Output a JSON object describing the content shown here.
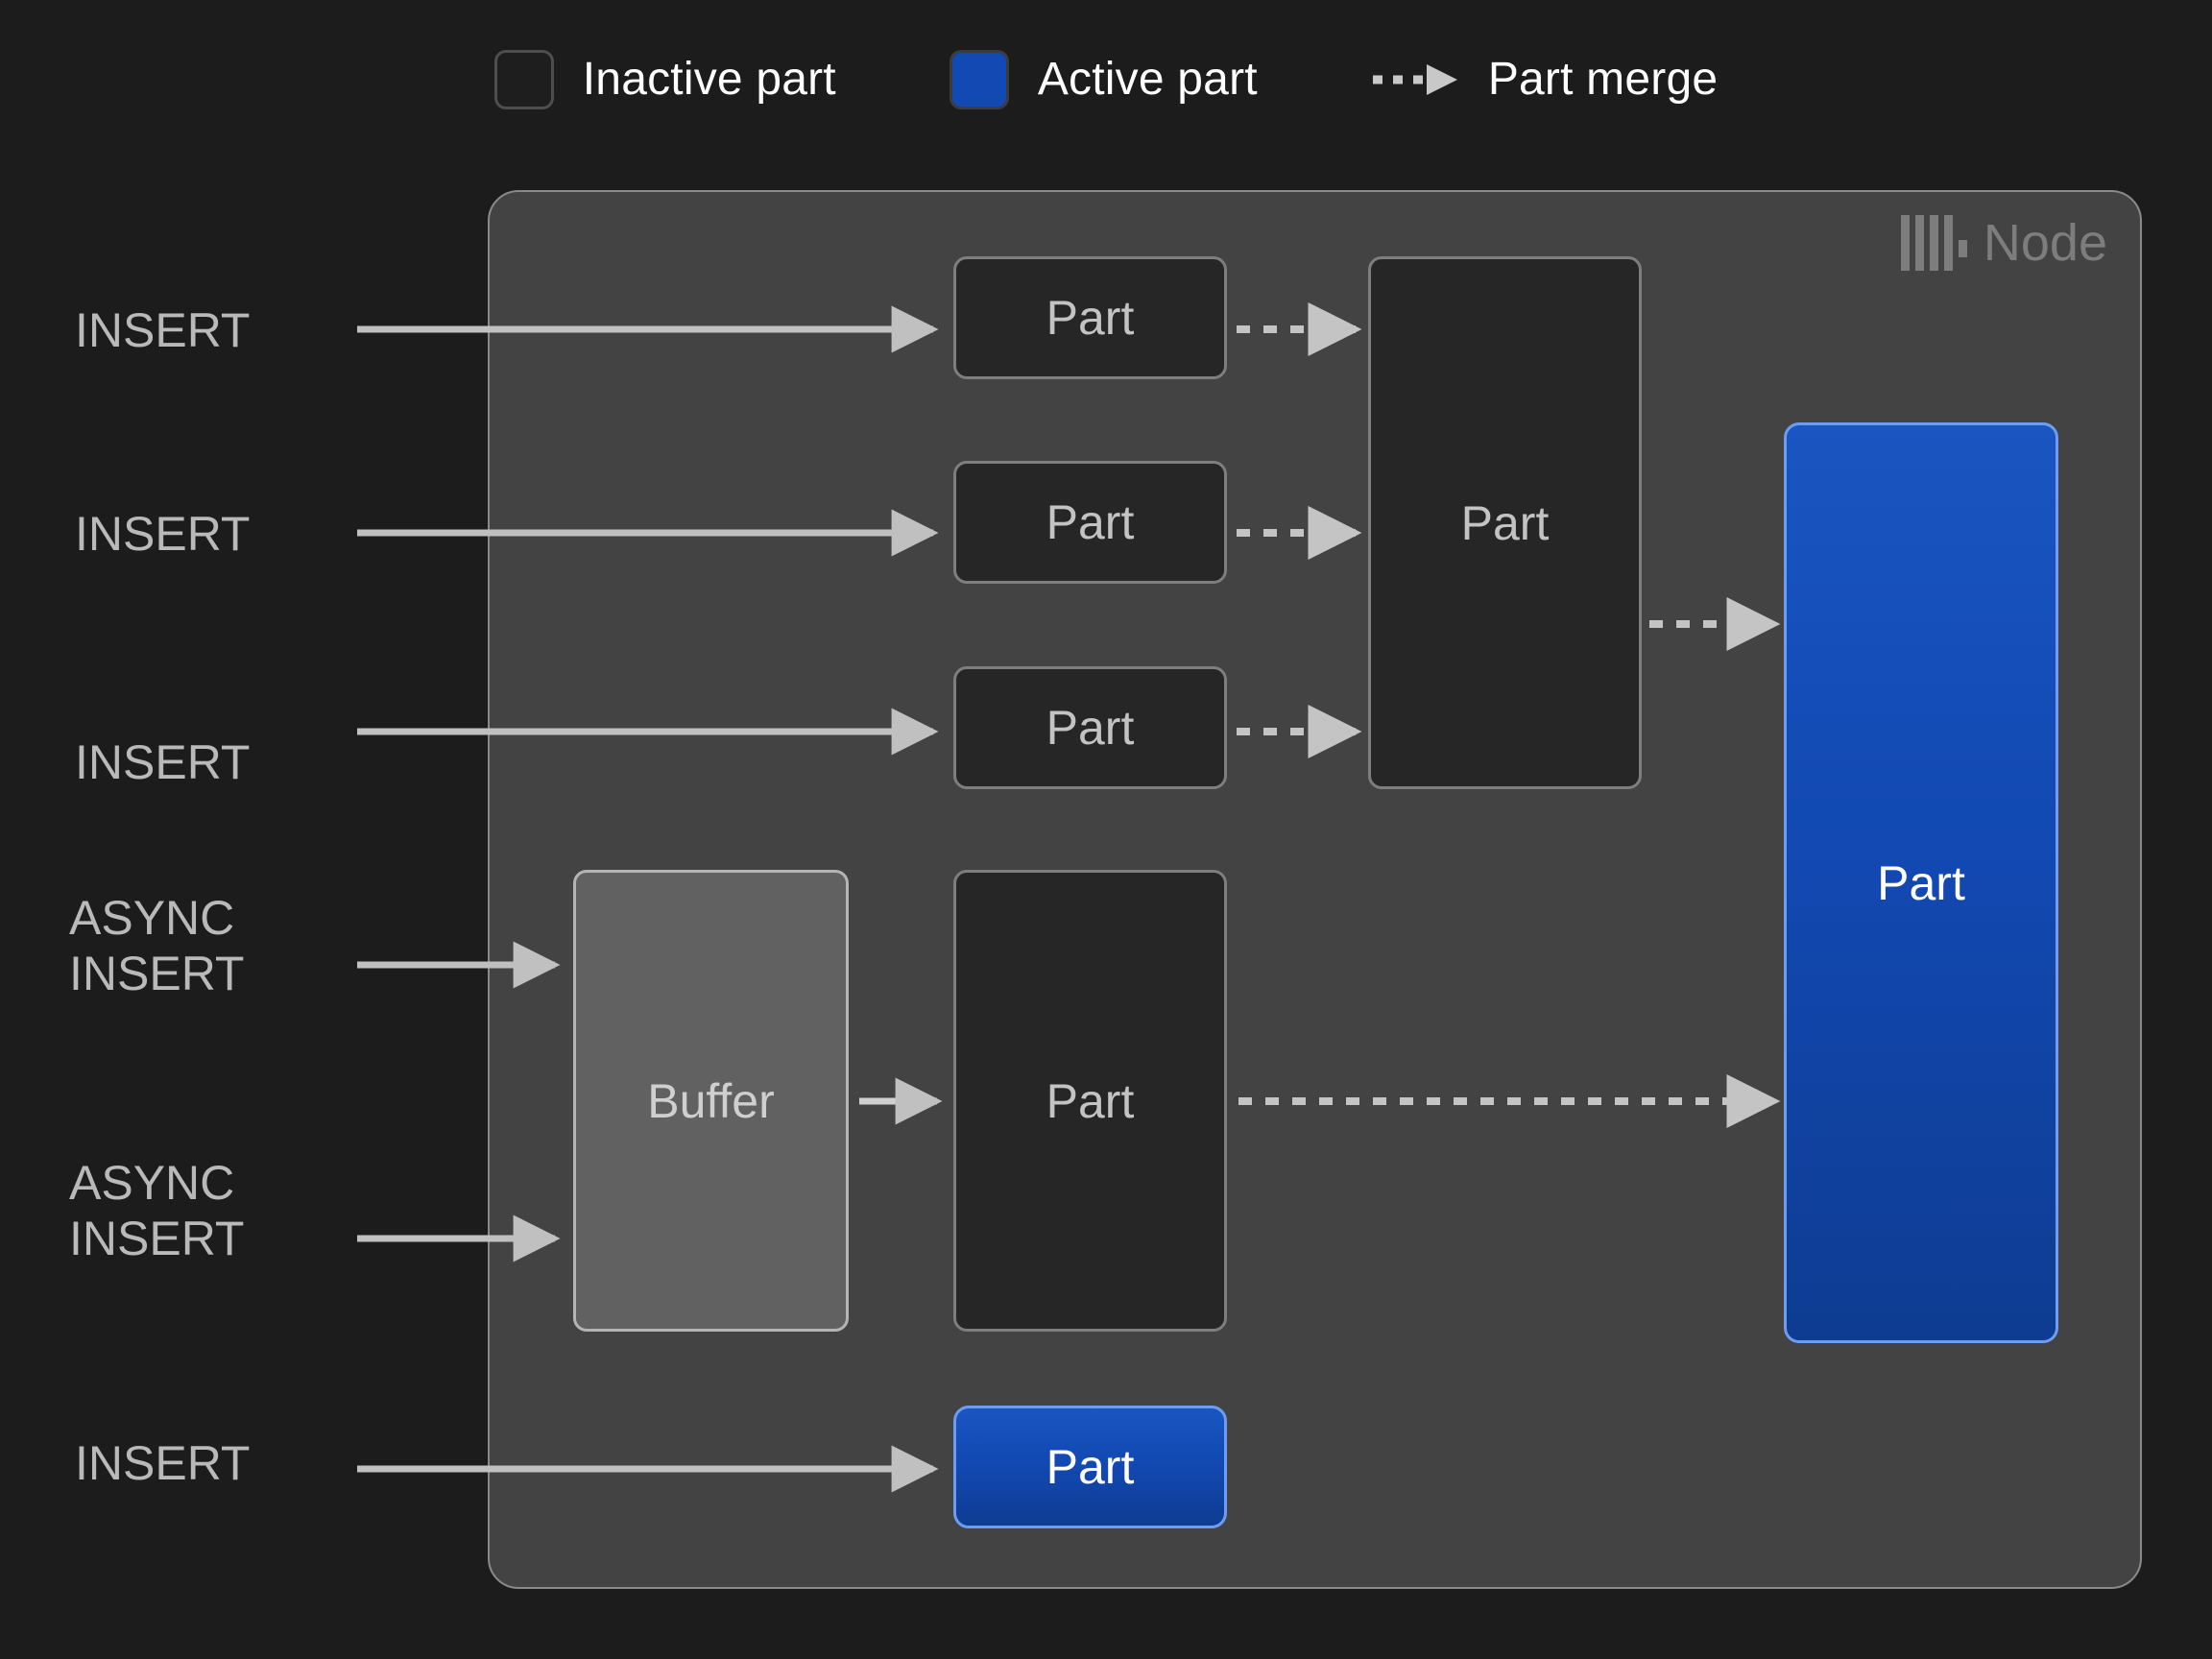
{
  "legend": {
    "items": [
      {
        "id": "inactive-part",
        "label": "Inactive part",
        "swatch": "square",
        "color": "#1e1e1e",
        "border": "#4e4e4e"
      },
      {
        "id": "active-part",
        "label": "Active part",
        "swatch": "square",
        "color": "#1249b3",
        "border": "#3c3c3c"
      },
      {
        "id": "part-merge",
        "label": "Part merge",
        "swatch": "dashed-arrow",
        "color": "#c8c8c8"
      }
    ]
  },
  "node": {
    "label": "Node",
    "logo_icon": "clickhouse-bars-icon",
    "background": "#434343",
    "border": "#8a8a8a"
  },
  "sources": [
    {
      "id": "insert-1",
      "text": "INSERT"
    },
    {
      "id": "insert-2",
      "text": "INSERT"
    },
    {
      "id": "insert-3",
      "text": "INSERT"
    },
    {
      "id": "async-insert-1",
      "text": "ASYNC\nINSERT"
    },
    {
      "id": "async-insert-2",
      "text": "ASYNC\nINSERT"
    },
    {
      "id": "insert-4",
      "text": "INSERT"
    }
  ],
  "boxes": [
    {
      "id": "part-r1",
      "label": "Part",
      "state": "inactive"
    },
    {
      "id": "part-r2",
      "label": "Part",
      "state": "inactive"
    },
    {
      "id": "part-r3",
      "label": "Part",
      "state": "inactive"
    },
    {
      "id": "part-merged",
      "label": "Part",
      "state": "inactive"
    },
    {
      "id": "buffer",
      "label": "Buffer",
      "state": "buffer"
    },
    {
      "id": "part-from-buffer",
      "label": "Part",
      "state": "inactive"
    },
    {
      "id": "part-final",
      "label": "Part",
      "state": "active"
    },
    {
      "id": "part-bottom",
      "label": "Part",
      "state": "active"
    }
  ],
  "colors": {
    "page_background": "#1c1c1c",
    "panel_background": "#434343",
    "panel_border": "#8a8a8a",
    "active_blue": "#1249b3",
    "active_blue_border": "#6d9cf0",
    "inactive_fill": "#262626",
    "inactive_border": "#7e7e7e",
    "buffer_fill": "#616161",
    "buffer_border": "#b4b4b4",
    "edge": "#c0c0c0",
    "text_muted": "#b9b9b9"
  }
}
